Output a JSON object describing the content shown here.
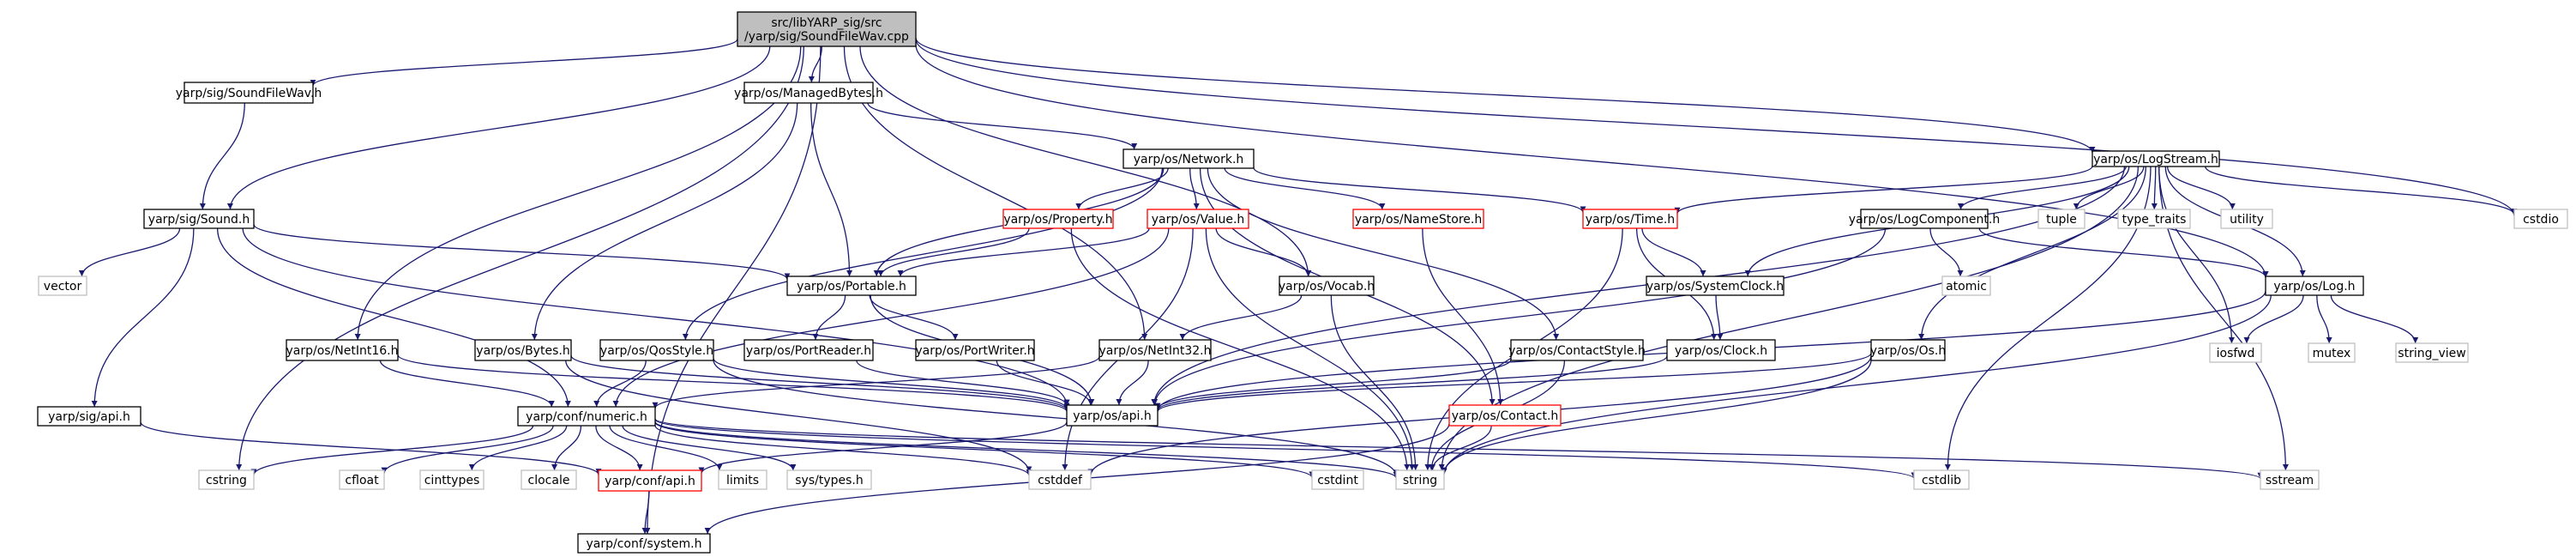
{
  "colors": {
    "edge": "#191970",
    "root_fill": "#bfbfbf",
    "node_fill": "#ffffff",
    "node_border": "#000000",
    "system_border": "#c0c0c0",
    "truncated_border": "#ff0000",
    "text_dark": "#000000",
    "text_system": "#7f7f7f"
  },
  "nodes": [
    {
      "id": "root",
      "lines": [
        "src/libYARP_sig/src",
        "/yarp/sig/SoundFileWav.cpp"
      ],
      "kind": "root"
    },
    {
      "id": "soundfilewav_h",
      "lines": [
        "yarp/sig/SoundFileWav.h"
      ],
      "kind": "file"
    },
    {
      "id": "managedbytes_h",
      "lines": [
        "yarp/os/ManagedBytes.h"
      ],
      "kind": "file"
    },
    {
      "id": "logstream_h",
      "lines": [
        "yarp/os/LogStream.h"
      ],
      "kind": "file"
    },
    {
      "id": "network_h",
      "lines": [
        "yarp/os/Network.h"
      ],
      "kind": "file"
    },
    {
      "id": "sound_h",
      "lines": [
        "yarp/sig/Sound.h"
      ],
      "kind": "file"
    },
    {
      "id": "property_h",
      "lines": [
        "yarp/os/Property.h"
      ],
      "kind": "truncated"
    },
    {
      "id": "value_h",
      "lines": [
        "yarp/os/Value.h"
      ],
      "kind": "truncated"
    },
    {
      "id": "namestore_h",
      "lines": [
        "yarp/os/NameStore.h"
      ],
      "kind": "truncated"
    },
    {
      "id": "time_h",
      "lines": [
        "yarp/os/Time.h"
      ],
      "kind": "truncated"
    },
    {
      "id": "logcomponent_h",
      "lines": [
        "yarp/os/LogComponent.h"
      ],
      "kind": "file"
    },
    {
      "id": "tuple",
      "lines": [
        "tuple"
      ],
      "kind": "system"
    },
    {
      "id": "type_traits",
      "lines": [
        "type_traits"
      ],
      "kind": "system"
    },
    {
      "id": "utility",
      "lines": [
        "utility"
      ],
      "kind": "system"
    },
    {
      "id": "cstdio",
      "lines": [
        "cstdio"
      ],
      "kind": "system"
    },
    {
      "id": "vector",
      "lines": [
        "vector"
      ],
      "kind": "system"
    },
    {
      "id": "portable_h",
      "lines": [
        "yarp/os/Portable.h"
      ],
      "kind": "file"
    },
    {
      "id": "vocab_h",
      "lines": [
        "yarp/os/Vocab.h"
      ],
      "kind": "file"
    },
    {
      "id": "systemclock_h",
      "lines": [
        "yarp/os/SystemClock.h"
      ],
      "kind": "file"
    },
    {
      "id": "log_h",
      "lines": [
        "yarp/os/Log.h"
      ],
      "kind": "file"
    },
    {
      "id": "atomic",
      "lines": [
        "atomic"
      ],
      "kind": "system"
    },
    {
      "id": "netint16_h",
      "lines": [
        "yarp/os/NetInt16.h"
      ],
      "kind": "file"
    },
    {
      "id": "bytes_h",
      "lines": [
        "yarp/os/Bytes.h"
      ],
      "kind": "file"
    },
    {
      "id": "qosstyle_h",
      "lines": [
        "yarp/os/QosStyle.h"
      ],
      "kind": "file"
    },
    {
      "id": "portreader_h",
      "lines": [
        "yarp/os/PortReader.h"
      ],
      "kind": "file"
    },
    {
      "id": "portwriter_h",
      "lines": [
        "yarp/os/PortWriter.h"
      ],
      "kind": "file"
    },
    {
      "id": "netint32_h",
      "lines": [
        "yarp/os/NetInt32.h"
      ],
      "kind": "file"
    },
    {
      "id": "contactstyle_h",
      "lines": [
        "yarp/os/ContactStyle.h"
      ],
      "kind": "file"
    },
    {
      "id": "clock_h",
      "lines": [
        "yarp/os/Clock.h"
      ],
      "kind": "file"
    },
    {
      "id": "os_h",
      "lines": [
        "yarp/os/Os.h"
      ],
      "kind": "file"
    },
    {
      "id": "iosfwd",
      "lines": [
        "iosfwd"
      ],
      "kind": "system"
    },
    {
      "id": "mutex",
      "lines": [
        "mutex"
      ],
      "kind": "system"
    },
    {
      "id": "string_view",
      "lines": [
        "string_view"
      ],
      "kind": "system"
    },
    {
      "id": "sig_api_h",
      "lines": [
        "yarp/sig/api.h"
      ],
      "kind": "file"
    },
    {
      "id": "numeric_h",
      "lines": [
        "yarp/conf/numeric.h"
      ],
      "kind": "file"
    },
    {
      "id": "os_api_h",
      "lines": [
        "yarp/os/api.h"
      ],
      "kind": "file"
    },
    {
      "id": "contact_h",
      "lines": [
        "yarp/os/Contact.h"
      ],
      "kind": "truncated"
    },
    {
      "id": "cstring",
      "lines": [
        "cstring"
      ],
      "kind": "system"
    },
    {
      "id": "cfloat",
      "lines": [
        "cfloat"
      ],
      "kind": "system"
    },
    {
      "id": "cinttypes",
      "lines": [
        "cinttypes"
      ],
      "kind": "system"
    },
    {
      "id": "clocale",
      "lines": [
        "clocale"
      ],
      "kind": "system"
    },
    {
      "id": "conf_api_h",
      "lines": [
        "yarp/conf/api.h"
      ],
      "kind": "truncated"
    },
    {
      "id": "limits",
      "lines": [
        "limits"
      ],
      "kind": "system"
    },
    {
      "id": "sys_types_h",
      "lines": [
        "sys/types.h"
      ],
      "kind": "system"
    },
    {
      "id": "cstddef",
      "lines": [
        "cstddef"
      ],
      "kind": "system"
    },
    {
      "id": "cstdint",
      "lines": [
        "cstdint"
      ],
      "kind": "system"
    },
    {
      "id": "string",
      "lines": [
        "string"
      ],
      "kind": "system"
    },
    {
      "id": "cstdlib",
      "lines": [
        "cstdlib"
      ],
      "kind": "system"
    },
    {
      "id": "sstream",
      "lines": [
        "sstream"
      ],
      "kind": "system"
    },
    {
      "id": "system_h",
      "lines": [
        "yarp/conf/system.h"
      ],
      "kind": "file"
    }
  ],
  "edges": [
    [
      "root",
      "soundfilewav_h"
    ],
    [
      "root",
      "managedbytes_h"
    ],
    [
      "root",
      "logstream_h"
    ],
    [
      "root",
      "sound_h"
    ],
    [
      "root",
      "log_h"
    ],
    [
      "root",
      "cstdio"
    ],
    [
      "root",
      "cstring"
    ],
    [
      "root",
      "system_h"
    ],
    [
      "root",
      "netint16_h"
    ],
    [
      "root",
      "netint32_h"
    ],
    [
      "root",
      "vocab_h"
    ],
    [
      "soundfilewav_h",
      "sound_h"
    ],
    [
      "managedbytes_h",
      "network_h"
    ],
    [
      "managedbytes_h",
      "portable_h"
    ],
    [
      "managedbytes_h",
      "bytes_h"
    ],
    [
      "network_h",
      "portable_h"
    ],
    [
      "network_h",
      "property_h"
    ],
    [
      "network_h",
      "value_h"
    ],
    [
      "network_h",
      "namestore_h"
    ],
    [
      "network_h",
      "time_h"
    ],
    [
      "network_h",
      "contactstyle_h"
    ],
    [
      "network_h",
      "qosstyle_h"
    ],
    [
      "network_h",
      "contact_h"
    ],
    [
      "logstream_h",
      "time_h"
    ],
    [
      "logstream_h",
      "logcomponent_h"
    ],
    [
      "logstream_h",
      "tuple"
    ],
    [
      "logstream_h",
      "type_traits"
    ],
    [
      "logstream_h",
      "utility"
    ],
    [
      "logstream_h",
      "cstdio"
    ],
    [
      "logstream_h",
      "log_h"
    ],
    [
      "logstream_h",
      "systemclock_h"
    ],
    [
      "logstream_h",
      "os_h"
    ],
    [
      "logstream_h",
      "os_api_h"
    ],
    [
      "logstream_h",
      "iosfwd"
    ],
    [
      "logstream_h",
      "string"
    ],
    [
      "logstream_h",
      "cstdlib"
    ],
    [
      "logstream_h",
      "sstream"
    ],
    [
      "sound_h",
      "vector"
    ],
    [
      "sound_h",
      "portable_h"
    ],
    [
      "sound_h",
      "sig_api_h"
    ],
    [
      "sound_h",
      "numeric_h"
    ],
    [
      "sound_h",
      "os_api_h"
    ],
    [
      "property_h",
      "portable_h"
    ],
    [
      "property_h",
      "string"
    ],
    [
      "value_h",
      "portable_h"
    ],
    [
      "value_h",
      "vocab_h"
    ],
    [
      "value_h",
      "numeric_h"
    ],
    [
      "value_h",
      "string"
    ],
    [
      "value_h",
      "cstddef"
    ],
    [
      "namestore_h",
      "contact_h"
    ],
    [
      "time_h",
      "systemclock_h"
    ],
    [
      "time_h",
      "clock_h"
    ],
    [
      "time_h",
      "string"
    ],
    [
      "logcomponent_h",
      "atomic"
    ],
    [
      "logcomponent_h",
      "log_h"
    ],
    [
      "logcomponent_h",
      "os_api_h"
    ],
    [
      "portable_h",
      "portreader_h"
    ],
    [
      "portable_h",
      "portwriter_h"
    ],
    [
      "portable_h",
      "os_api_h"
    ],
    [
      "vocab_h",
      "netint32_h"
    ],
    [
      "vocab_h",
      "string"
    ],
    [
      "systemclock_h",
      "clock_h"
    ],
    [
      "log_h",
      "iosfwd"
    ],
    [
      "log_h",
      "mutex"
    ],
    [
      "log_h",
      "string_view"
    ],
    [
      "log_h",
      "os_api_h"
    ],
    [
      "log_h",
      "string"
    ],
    [
      "netint16_h",
      "numeric_h"
    ],
    [
      "netint16_h",
      "os_api_h"
    ],
    [
      "bytes_h",
      "os_api_h"
    ],
    [
      "bytes_h",
      "cstddef"
    ],
    [
      "qosstyle_h",
      "numeric_h"
    ],
    [
      "qosstyle_h",
      "os_api_h"
    ],
    [
      "qosstyle_h",
      "string"
    ],
    [
      "portreader_h",
      "os_api_h"
    ],
    [
      "portwriter_h",
      "os_api_h"
    ],
    [
      "netint32_h",
      "numeric_h"
    ],
    [
      "netint32_h",
      "os_api_h"
    ],
    [
      "contactstyle_h",
      "os_api_h"
    ],
    [
      "contactstyle_h",
      "string"
    ],
    [
      "clock_h",
      "os_api_h"
    ],
    [
      "os_h",
      "os_api_h"
    ],
    [
      "os_h",
      "cstddef"
    ],
    [
      "os_h",
      "string"
    ],
    [
      "sig_api_h",
      "conf_api_h"
    ],
    [
      "numeric_h",
      "cstring"
    ],
    [
      "numeric_h",
      "cfloat"
    ],
    [
      "numeric_h",
      "cinttypes"
    ],
    [
      "numeric_h",
      "clocale"
    ],
    [
      "numeric_h",
      "conf_api_h"
    ],
    [
      "numeric_h",
      "limits"
    ],
    [
      "numeric_h",
      "sys_types_h"
    ],
    [
      "numeric_h",
      "cstddef"
    ],
    [
      "numeric_h",
      "cstdint"
    ],
    [
      "numeric_h",
      "string"
    ],
    [
      "numeric_h",
      "cstdlib"
    ],
    [
      "numeric_h",
      "sstream"
    ],
    [
      "os_api_h",
      "conf_api_h"
    ],
    [
      "contact_h",
      "string"
    ],
    [
      "contact_h",
      "system_h"
    ],
    [
      "conf_api_h",
      "system_h"
    ]
  ]
}
